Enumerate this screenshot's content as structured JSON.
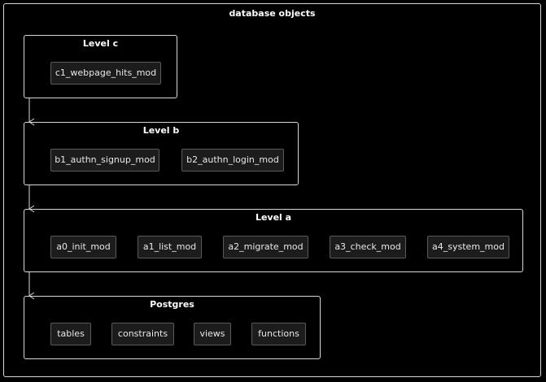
{
  "diagram": {
    "title": "database objects",
    "groups": [
      {
        "title": "Level c",
        "nodes": [
          "c1_webpage_hits_mod"
        ]
      },
      {
        "title": "Level b",
        "nodes": [
          "b1_authn_signup_mod",
          "b2_authn_login_mod"
        ]
      },
      {
        "title": "Level a",
        "nodes": [
          "a0_init_mod",
          "a1_list_mod",
          "a2_migrate_mod",
          "a3_check_mod",
          "a4_system_mod"
        ]
      },
      {
        "title": "Postgres",
        "nodes": [
          "tables",
          "constraints",
          "views",
          "functions"
        ]
      }
    ],
    "edges": [
      {
        "from": "Level c",
        "to": "Level b"
      },
      {
        "from": "Level b",
        "to": "Level a"
      },
      {
        "from": "Level a",
        "to": "Postgres"
      }
    ],
    "colors": {
      "background": "#000000",
      "border": "#d8d8d8",
      "node_fill": "#1c1c1c",
      "node_border": "#5a5a5a",
      "text": "#f0f0f0"
    }
  }
}
